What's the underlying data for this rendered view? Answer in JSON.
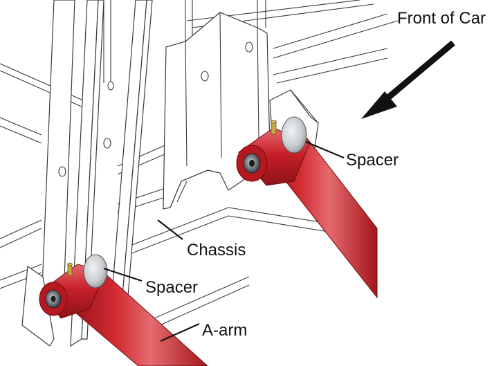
{
  "labels": {
    "front_of_car": "Front of Car",
    "spacer_right": "Spacer",
    "spacer_left": "Spacer",
    "chassis": "Chassis",
    "a_arm": "A-arm"
  },
  "colors": {
    "a_arm_red": "#c8202a",
    "a_arm_highlight": "#e46a6e",
    "a_arm_shadow": "#8e1218",
    "spacer_gray": "#c9ccd0",
    "bushing_dark": "#3c4046",
    "fitting_yellow": "#c8a640",
    "line": "#3a3a3a",
    "arrow": "#111111"
  },
  "icons": {
    "direction_arrow": "arrow-down-left-icon"
  }
}
